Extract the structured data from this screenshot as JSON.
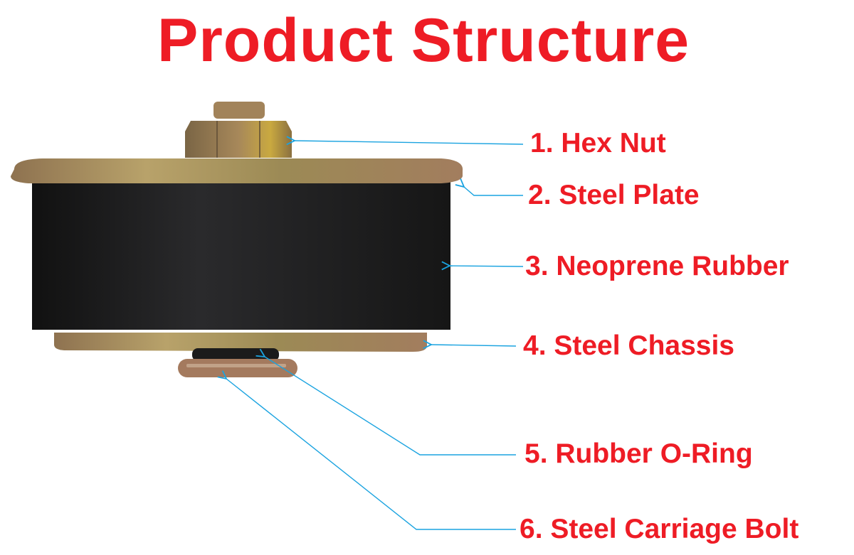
{
  "title": "Product Structure",
  "labels": [
    {
      "number": "1.",
      "text": "1. Hex Nut"
    },
    {
      "number": "2.",
      "text": "2. Steel Plate"
    },
    {
      "number": "3.",
      "text": "3. Neoprene Rubber"
    },
    {
      "number": "4.",
      "text": "4. Steel Chassis"
    },
    {
      "number": "5.",
      "text": "5. Rubber O-Ring"
    },
    {
      "number": "6.",
      "text": "6. Steel Carriage Bolt"
    }
  ],
  "colors": {
    "title": "#ee1c25",
    "leader": "#1aa3e0",
    "rubber": "#1c1c1e",
    "steel": "#a8905a"
  }
}
